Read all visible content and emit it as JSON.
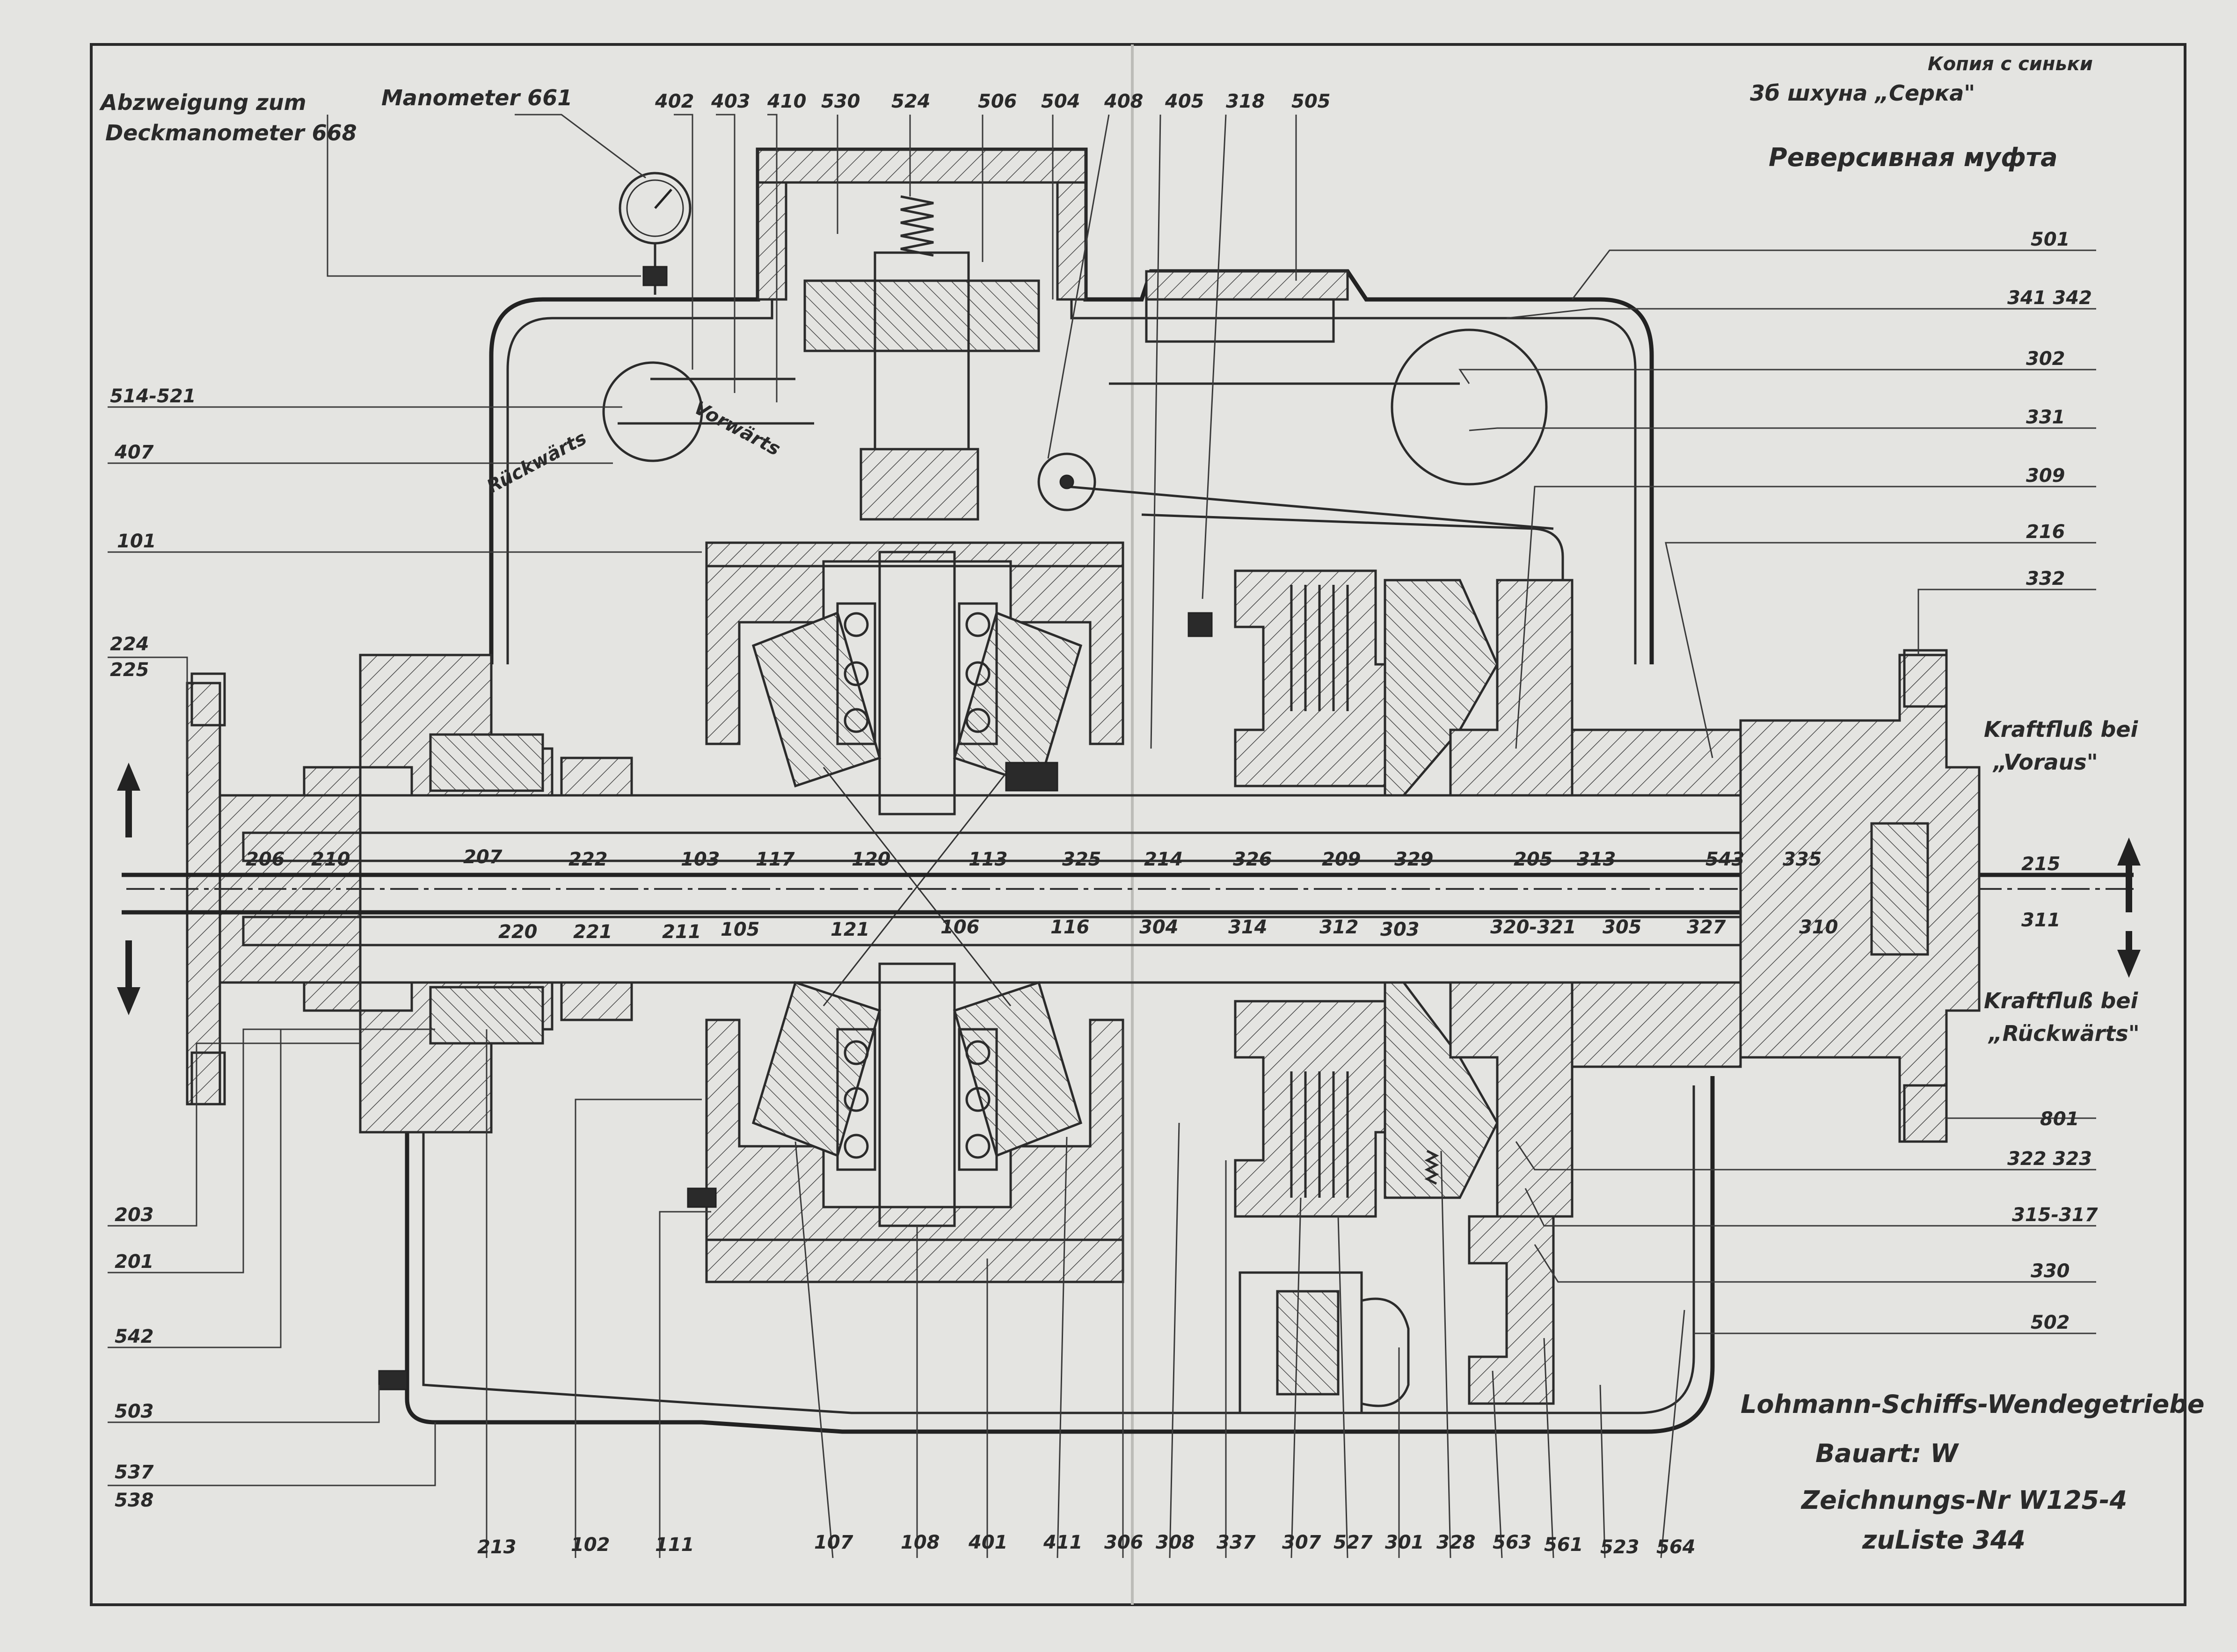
{
  "colors": {
    "paper": "#e4e4e1",
    "ink": "#2a2a2a"
  },
  "header": {
    "copy_note": "Копия с синьки",
    "vessel": "3б шхуна „Серка\"",
    "title_ru": "Реверсивная муфта"
  },
  "top_notes": {
    "branch_line1": "Abzweigung zum",
    "branch_line2": "Deckmanometer 668",
    "manometer": "Manometer 661"
  },
  "direction_labels": {
    "forward_line1": "Kraftfluß bei",
    "forward_line2": "„Voraus\"",
    "reverse_line1": "Kraftfluß bei",
    "reverse_line2": "„Rückwärts\"",
    "lever_reverse": "Rückwärts",
    "lever_forward": "Vorwärts"
  },
  "title_block": {
    "maker": "Lohmann-Schiffs-Wendegetriebe",
    "type": "Bauart: W",
    "drawing_no": "Zeichnungs-Nr W125-4",
    "list": "zuListe 344"
  },
  "parts": {
    "top": [
      "402",
      "403",
      "410",
      "530",
      "524",
      "506",
      "504",
      "408",
      "405",
      "318",
      "505"
    ],
    "left": [
      "514-521",
      "407",
      "101",
      "224",
      "225",
      "203",
      "201",
      "542",
      "503",
      "537",
      "538"
    ],
    "right": [
      "501",
      "341 342",
      "302",
      "331",
      "309",
      "216",
      "332",
      "215",
      "311",
      "801",
      "322 323",
      "315-317",
      "330",
      "502"
    ],
    "bottom": [
      "213",
      "102",
      "111",
      "107",
      "108",
      "401",
      "411",
      "306",
      "308",
      "337",
      "307",
      "527",
      "301",
      "328",
      "563",
      "561",
      "523",
      "564"
    ],
    "shaft_upper": [
      "206",
      "210",
      "207",
      "222",
      "103",
      "117",
      "120",
      "113",
      "325",
      "214",
      "326",
      "209",
      "329",
      "205",
      "313",
      "543",
      "335"
    ],
    "shaft_lower": [
      "220",
      "221",
      "211",
      "105",
      "121",
      "106",
      "116",
      "304",
      "314",
      "312",
      "303",
      "320-321",
      "305",
      "327",
      "310"
    ]
  }
}
